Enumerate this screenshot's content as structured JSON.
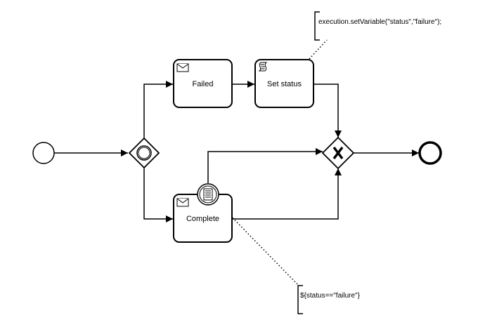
{
  "tasks": {
    "failed": {
      "label": "Failed",
      "type": "receive-task"
    },
    "set_status": {
      "label": "Set status",
      "type": "script-task"
    },
    "complete": {
      "label": "Complete",
      "type": "receive-task"
    }
  },
  "gateways": {
    "split": {
      "type": "event-based-gateway"
    },
    "join": {
      "type": "exclusive-gateway"
    }
  },
  "events": {
    "start": {
      "type": "start-event"
    },
    "end": {
      "type": "end-event"
    },
    "boundary": {
      "type": "conditional-boundary-event"
    }
  },
  "annotations": {
    "script": {
      "text": "execution.setVariable(\"status\",\"failure\");"
    },
    "condition": {
      "text": "${status==\"failure\"}"
    }
  },
  "colors": {
    "stroke": "#000000",
    "fill": "#ffffff"
  }
}
